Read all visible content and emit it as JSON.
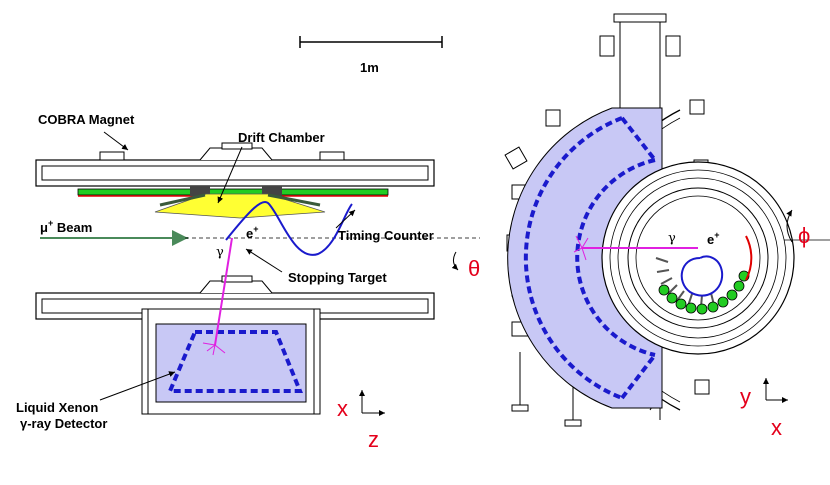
{
  "scale_bar": {
    "label": "1m"
  },
  "side_view": {
    "magnet_label": "COBRA Magnet",
    "drift_chamber_label": "Drift Chamber",
    "beam_label_prefix": "μ",
    "beam_label_sup": "+",
    "beam_label_suffix": " Beam",
    "timing_counter_label": "Timing Counter",
    "stopping_target_label": "Stopping Target",
    "positron_label": "e",
    "positron_sup": "+",
    "gamma_label": "γ",
    "theta_label": "θ",
    "xenon_label_line1": "Liquid Xenon",
    "xenon_label_line2": "γ-ray Detector",
    "axis_x": "x",
    "axis_z": "z"
  },
  "end_view": {
    "gamma_label": "γ",
    "positron_label": "e",
    "positron_sup": "+",
    "phi_label": "ϕ",
    "axis_y": "y",
    "axis_x": "x"
  },
  "colors": {
    "xenon_fill": "#c8c8f5",
    "pmt_blue": "#1a1acc",
    "track_magenta": "#e020e0",
    "beam_green": "#4a8a5a",
    "chamber_yellow": "#ffff33",
    "counter_green": "#22cc22",
    "axis_red": "#e4001b"
  }
}
